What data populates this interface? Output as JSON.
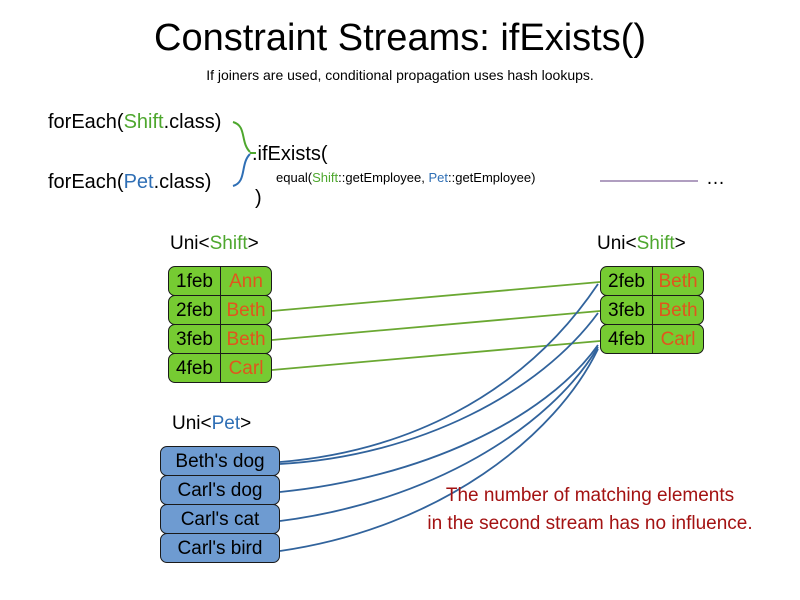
{
  "header": {
    "title": "Constraint Streams: ifExists()",
    "subtitle": "If joiners are used, conditional propagation uses hash lookups."
  },
  "code": {
    "foreach_shift_prefix": "forEach(",
    "foreach_shift_class": "Shift",
    "foreach_shift_suffix": ".class)",
    "foreach_pet_prefix": "forEach(",
    "foreach_pet_class": "Pet",
    "foreach_pet_suffix": ".class)",
    "if_exists": ".ifExists(",
    "equal_prefix": "equal(",
    "equal_shift": "Shift",
    "equal_shift_method": "::getEmployee, ",
    "equal_pet": "Pet",
    "equal_pet_method": "::getEmployee)",
    "close_paren": ")",
    "ellipsis": "…"
  },
  "streams": {
    "left_shift": {
      "label_prefix": "Uni<",
      "label_type": "Shift",
      "label_suffix": ">",
      "rows": [
        {
          "date": "1feb",
          "name": "Ann"
        },
        {
          "date": "2feb",
          "name": "Beth"
        },
        {
          "date": "3feb",
          "name": "Beth"
        },
        {
          "date": "4feb",
          "name": "Carl"
        }
      ]
    },
    "right_shift": {
      "label_prefix": "Uni<",
      "label_type": "Shift",
      "label_suffix": ">",
      "rows": [
        {
          "date": "2feb",
          "name": "Beth"
        },
        {
          "date": "3feb",
          "name": "Beth"
        },
        {
          "date": "4feb",
          "name": "Carl"
        }
      ]
    },
    "pet": {
      "label_prefix": "Uni<",
      "label_type": "Pet",
      "label_suffix": ">",
      "rows": [
        {
          "name": "Beth's dog"
        },
        {
          "name": "Carl's dog"
        },
        {
          "name": "Carl's cat"
        },
        {
          "name": "Carl's bird"
        }
      ]
    }
  },
  "annotation": {
    "line1": "The number of matching elements",
    "line2": "in the second stream has no influence."
  },
  "colors": {
    "shift_green": "#4ea72e",
    "pet_blue": "#2f6fb5",
    "pill_green": "#76cb32",
    "pill_blue": "#6e9bd1",
    "name_orange": "#e0561d",
    "annotation_red": "#a31212",
    "equal_line_purple": "#b09ec0",
    "connector_green": "#6aa832",
    "connector_blue": "#31639c"
  },
  "connectors": {
    "green_label": "shift-match-connector",
    "blue_label": "pet-match-connector"
  }
}
